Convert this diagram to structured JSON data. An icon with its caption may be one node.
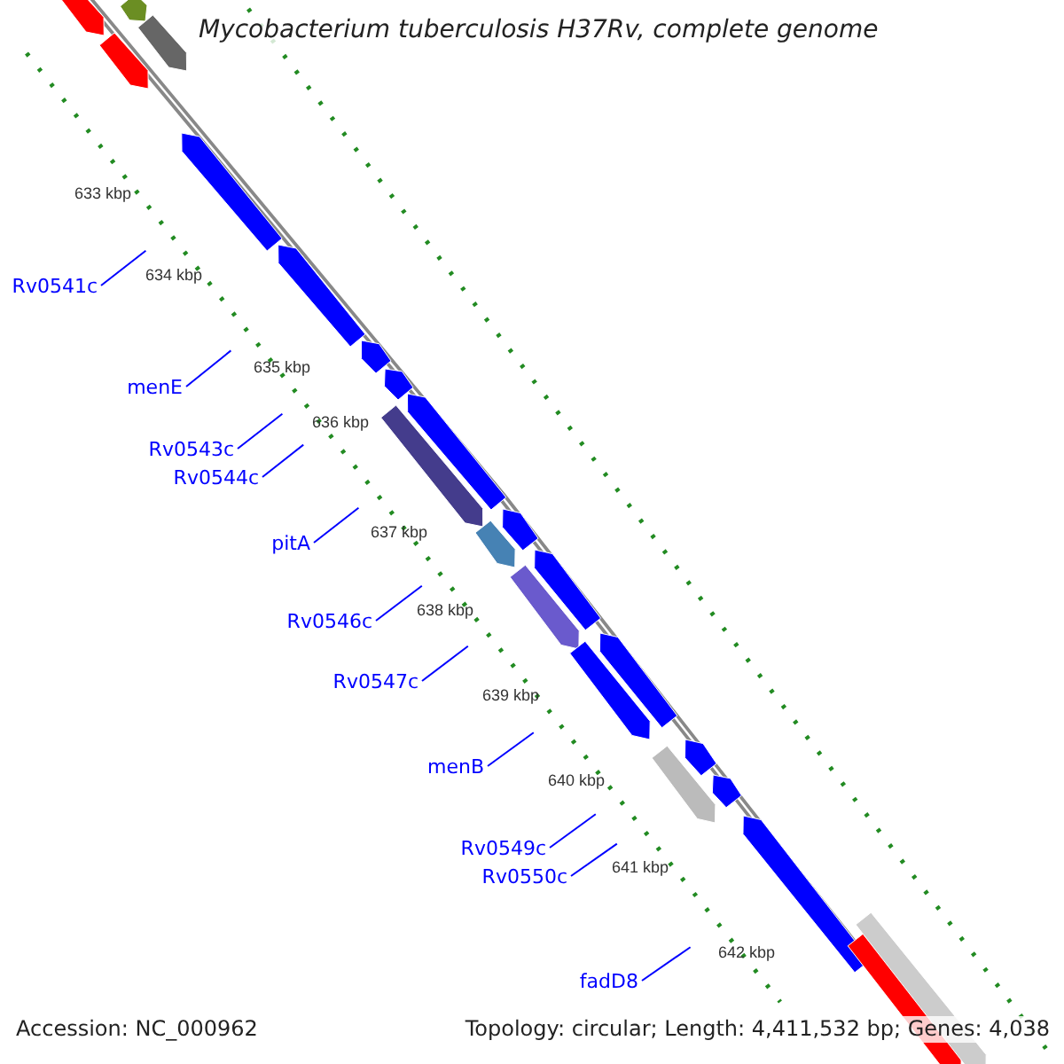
{
  "diagram": {
    "title": "Mycobacterium tuberculosis H37Rv, complete genome",
    "nodes": [
      {
        "text": [
          "Rv0541c"
        ]
      },
      {
        "text": [
          "menE"
        ]
      },
      {
        "text": [
          "Rv0543c"
        ]
      },
      {
        "text": [
          "Rv0544c"
        ]
      },
      {
        "text": [
          "pitA"
        ]
      },
      {
        "text": [
          "Rv0546c"
        ]
      },
      {
        "text": [
          "Rv0547c"
        ]
      },
      {
        "text": [
          "menB"
        ]
      },
      {
        "text": [
          "Rv0549c"
        ]
      },
      {
        "text": [
          "Rv0550c"
        ]
      },
      {
        "text": [
          "fadD8"
        ]
      }
    ],
    "edges": [
      {
        "from": 0,
        "to": null,
        "arrow": "none"
      },
      {
        "from": 1,
        "to": null,
        "arrow": "none"
      },
      {
        "from": 2,
        "to": null,
        "arrow": "none"
      },
      {
        "from": 3,
        "to": null,
        "arrow": "none"
      },
      {
        "from": 4,
        "to": null,
        "arrow": "none"
      },
      {
        "from": 5,
        "to": null,
        "arrow": "none"
      },
      {
        "from": 6,
        "to": null,
        "arrow": "none"
      },
      {
        "from": 7,
        "to": null,
        "arrow": "none"
      },
      {
        "from": 8,
        "to": null,
        "arrow": "none"
      },
      {
        "from": 9,
        "to": null,
        "arrow": "none"
      },
      {
        "from": 10,
        "to": null,
        "arrow": "none"
      }
    ],
    "labels": [
      "633 kbp",
      "634 kbp",
      "635 kbp",
      "636 kbp",
      "637 kbp",
      "638 kbp",
      "639 kbp",
      "640 kbp",
      "641 kbp",
      "642 kbp",
      "Accession: NC_000962",
      "Topology: circular; Length: 4,411,532 bp; Genes: 4,038"
    ]
  }
}
